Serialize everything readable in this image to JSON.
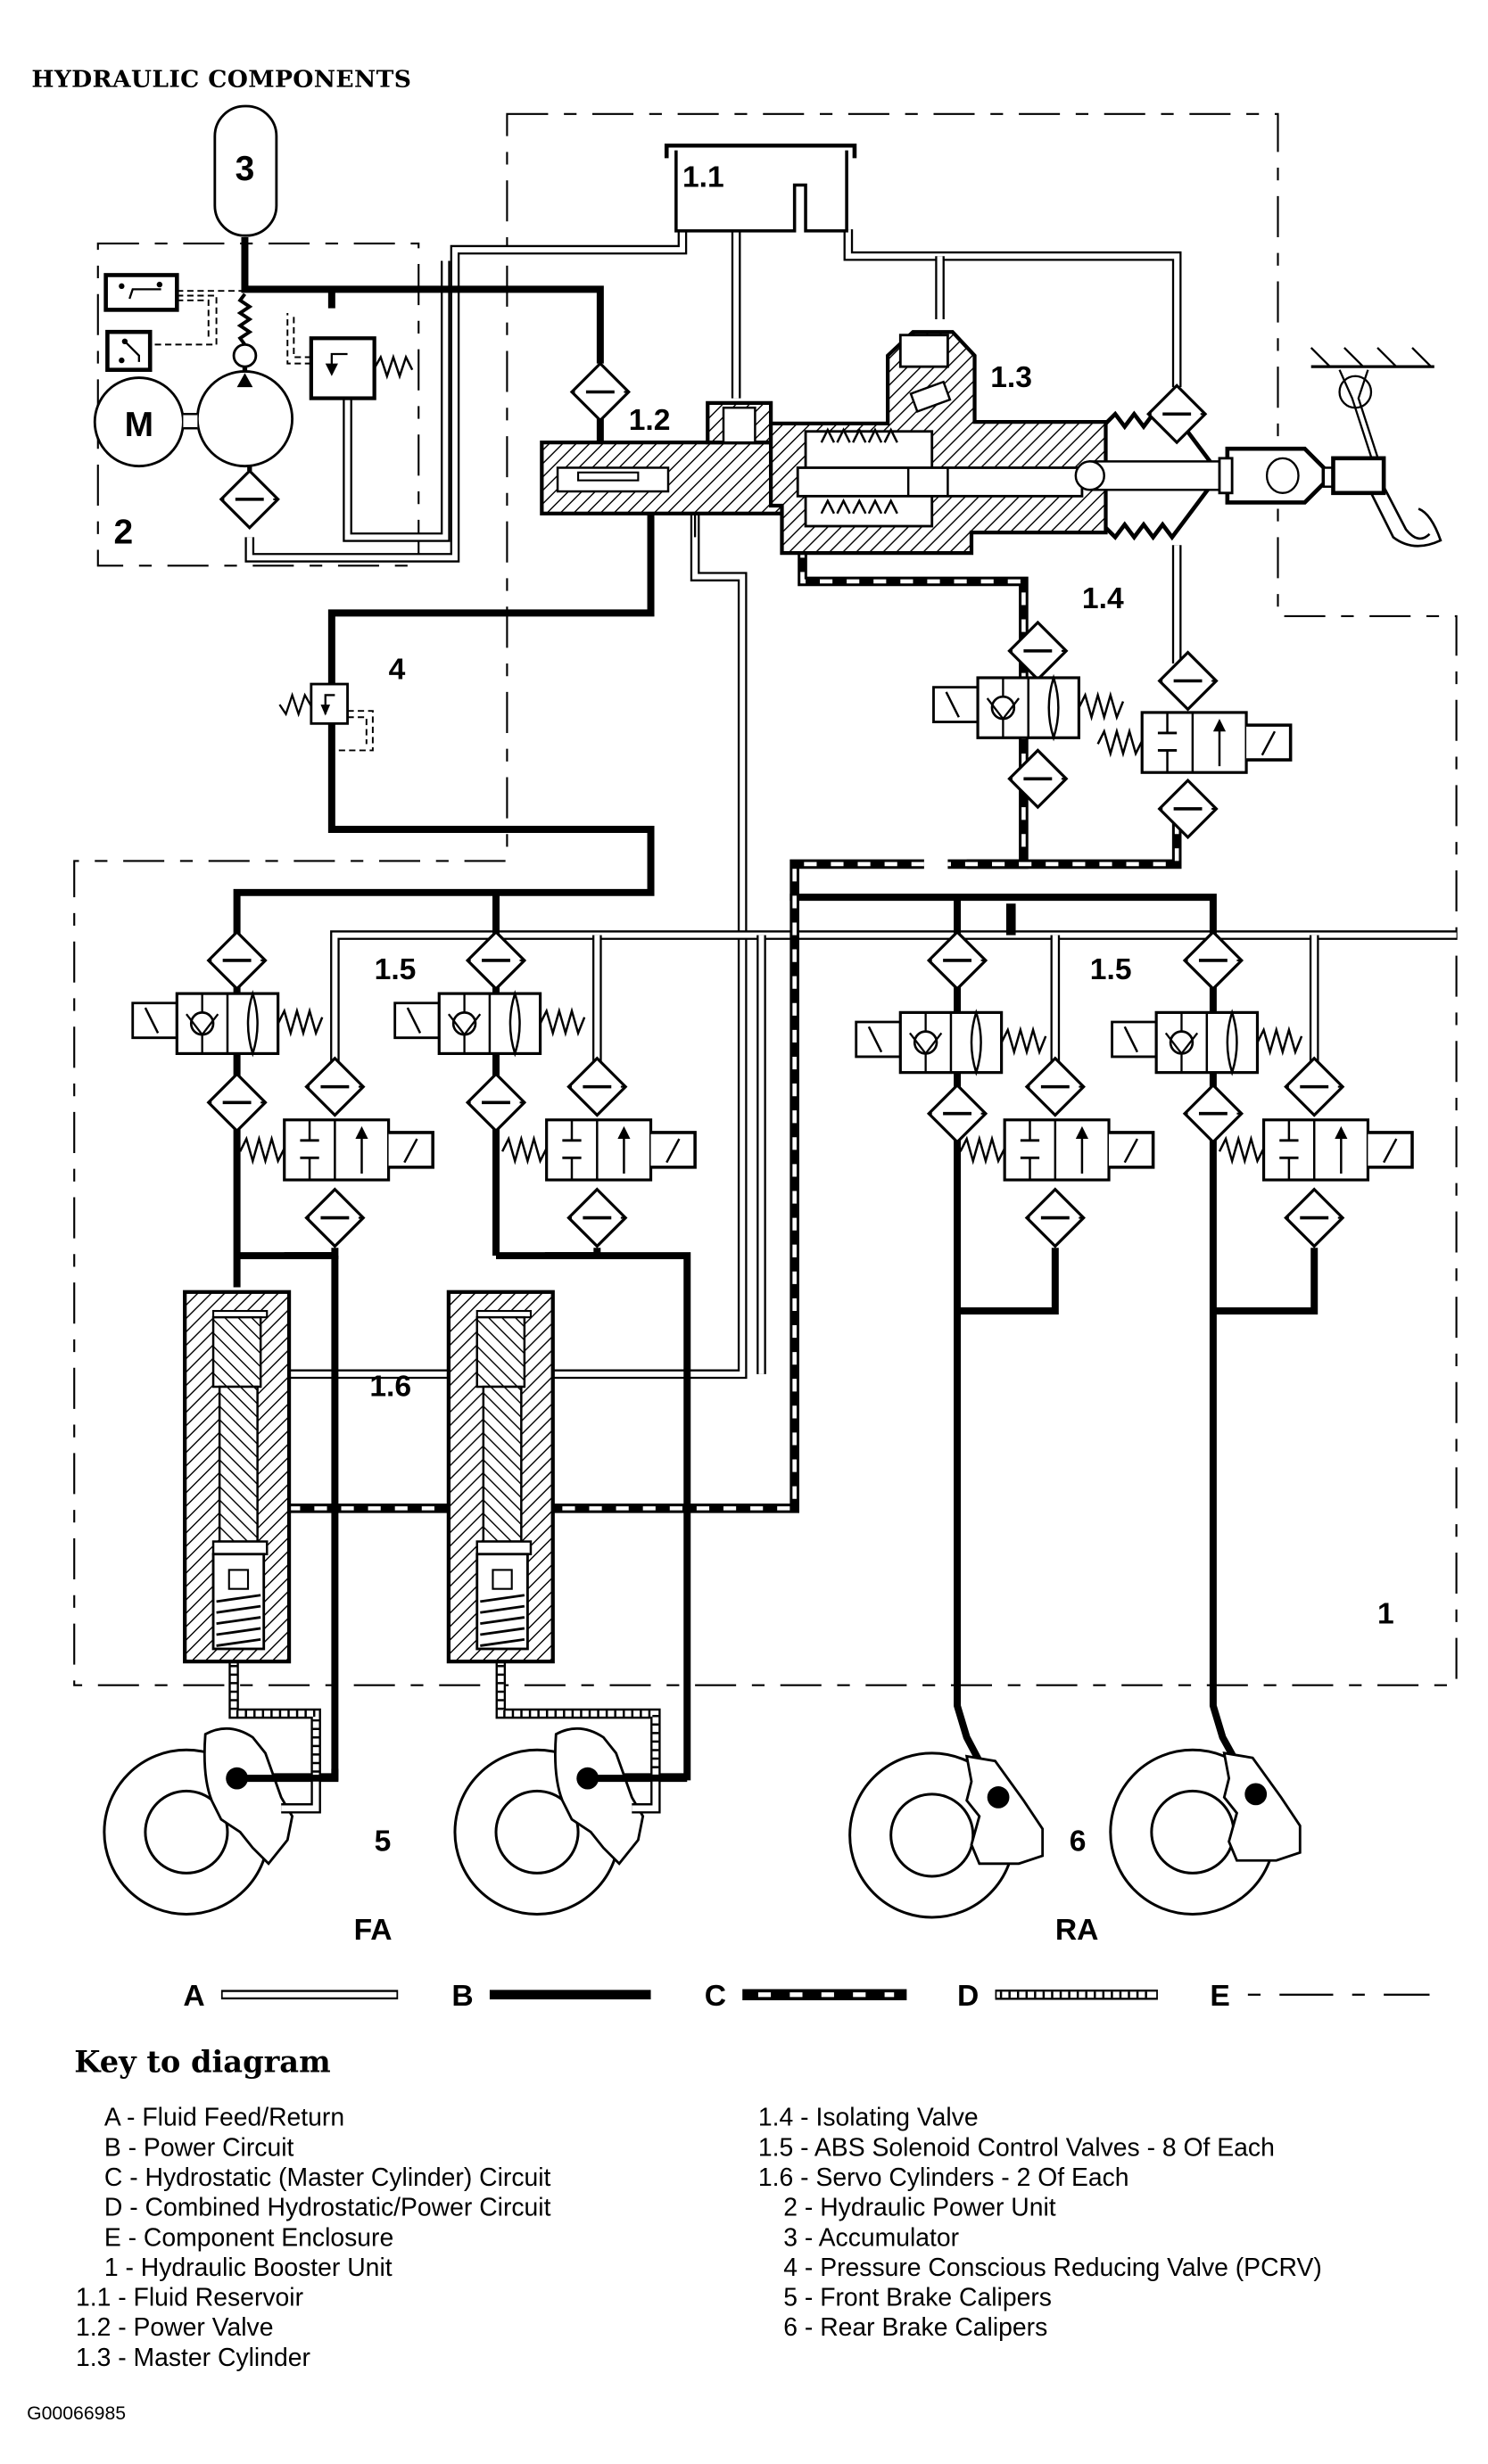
{
  "title": "HYDRAULIC COMPONENTS",
  "component_labels": {
    "accumulator": "3",
    "power_unit": "2",
    "motor": "M",
    "reservoir": "1.1",
    "power_valve": "1.2",
    "master_cylinder": "1.3",
    "isolating_valve": "1.4",
    "abs_valves_left": "1.5",
    "abs_valves_right": "1.5",
    "servo_cylinders": "1.6",
    "pcrv": "4",
    "booster_unit": "1",
    "front_calipers": "5",
    "rear_calipers": "6",
    "front_axle": "FA",
    "rear_axle": "RA"
  },
  "line_legend": [
    {
      "letter": "A",
      "style": "fluid-feed-return"
    },
    {
      "letter": "B",
      "style": "power-circuit"
    },
    {
      "letter": "C",
      "style": "hydrostatic-circuit"
    },
    {
      "letter": "D",
      "style": "combined-circuit"
    },
    {
      "letter": "E",
      "style": "component-enclosure"
    }
  ],
  "key": {
    "title": "Key to diagram",
    "left_column": [
      "A - Fluid Feed/Return",
      "B - Power Circuit",
      "C - Hydrostatic (Master Cylinder) Circuit",
      "D - Combined Hydrostatic/Power Circuit",
      "E - Component Enclosure",
      "1 - Hydraulic Booster Unit",
      "1.1 - Fluid Reservoir",
      "1.2 - Power Valve",
      "1.3 - Master Cylinder"
    ],
    "right_column": [
      "1.4 - Isolating Valve",
      "1.5 - ABS Solenoid Control Valves - 8 Of Each",
      "1.6 - Servo Cylinders - 2 Of Each",
      "2 - Hydraulic Power Unit",
      "3 - Accumulator",
      "4 - Pressure Conscious Reducing Valve (PCRV)",
      "5 - Front Brake Calipers",
      "6 - Rear Brake Calipers"
    ]
  },
  "figure_id": "G00066985"
}
